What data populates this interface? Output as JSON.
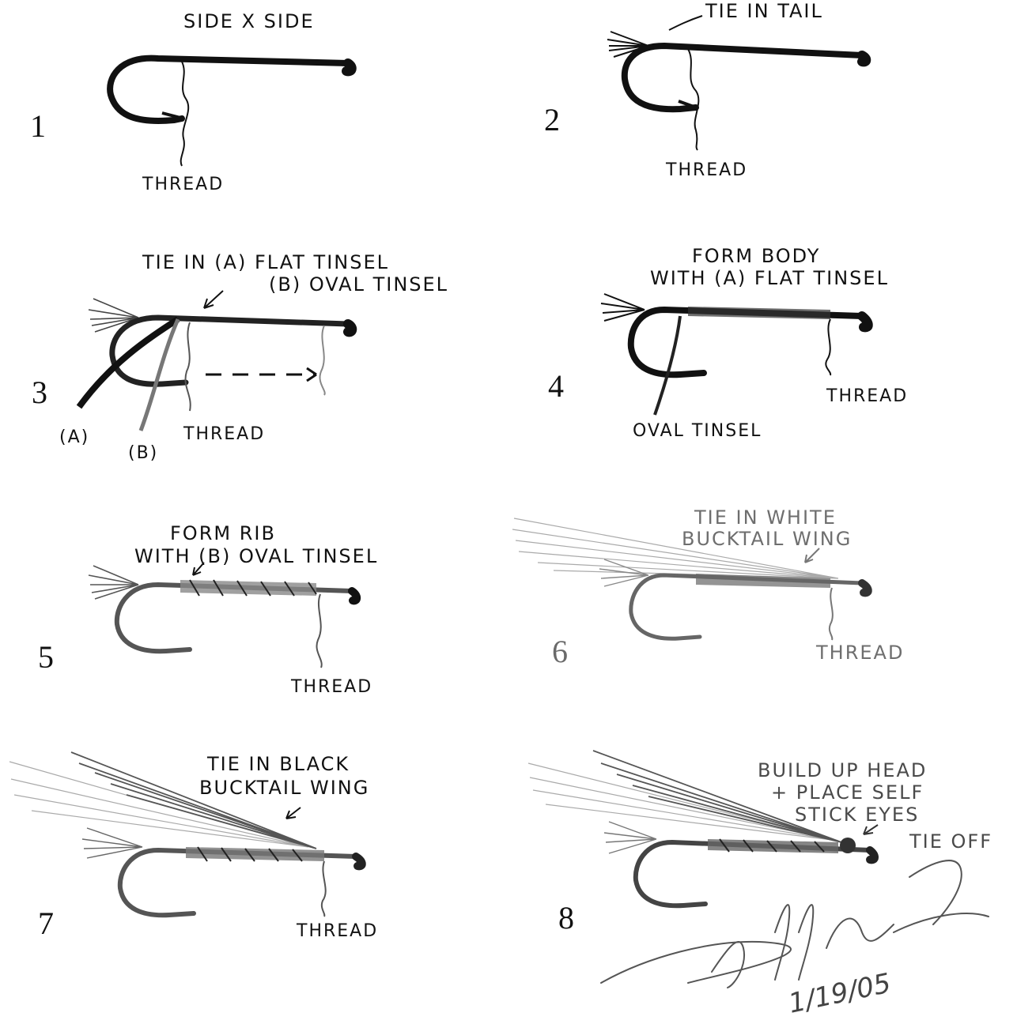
{
  "steps": [
    {
      "number": "1",
      "labels": {
        "top": "SIDE X SIDE",
        "thread": "THREAD"
      }
    },
    {
      "number": "2",
      "labels": {
        "top": "TIE IN TAIL",
        "thread": "THREAD"
      }
    },
    {
      "number": "3",
      "labels": {
        "top_line1": "TIE IN (A) FLAT TINSEL",
        "top_line2": "(B) OVAL TINSEL",
        "a": "(A)",
        "b": "(B)",
        "thread": "THREAD"
      }
    },
    {
      "number": "4",
      "labels": {
        "top_line1": "FORM BODY",
        "top_line2": "WITH (A) FLAT TINSEL",
        "oval": "OVAL TINSEL",
        "thread": "THREAD"
      }
    },
    {
      "number": "5",
      "labels": {
        "top_line1": "FORM RIB",
        "top_line2": "WITH (B) OVAL TINSEL",
        "thread": "THREAD"
      }
    },
    {
      "number": "6",
      "labels": {
        "top_line1": "TIE IN WHITE",
        "top_line2": "BUCKTAIL WING",
        "thread": "THREAD"
      }
    },
    {
      "number": "7",
      "labels": {
        "top_line1": "TIE IN BLACK",
        "top_line2": "BUCKTAIL WING",
        "thread": "THREAD"
      }
    },
    {
      "number": "8",
      "labels": {
        "top_line1": "BUILD UP HEAD",
        "top_line2": "+ PLACE SELF",
        "top_line3": "STICK EYES",
        "tie_off": "TIE OFF"
      }
    }
  ],
  "signature": {
    "name": "signature",
    "date": "1/19/05"
  },
  "colors": {
    "ink": "#111111",
    "grey": "#6e6e6e",
    "dark_grey": "#3a3a3a"
  }
}
